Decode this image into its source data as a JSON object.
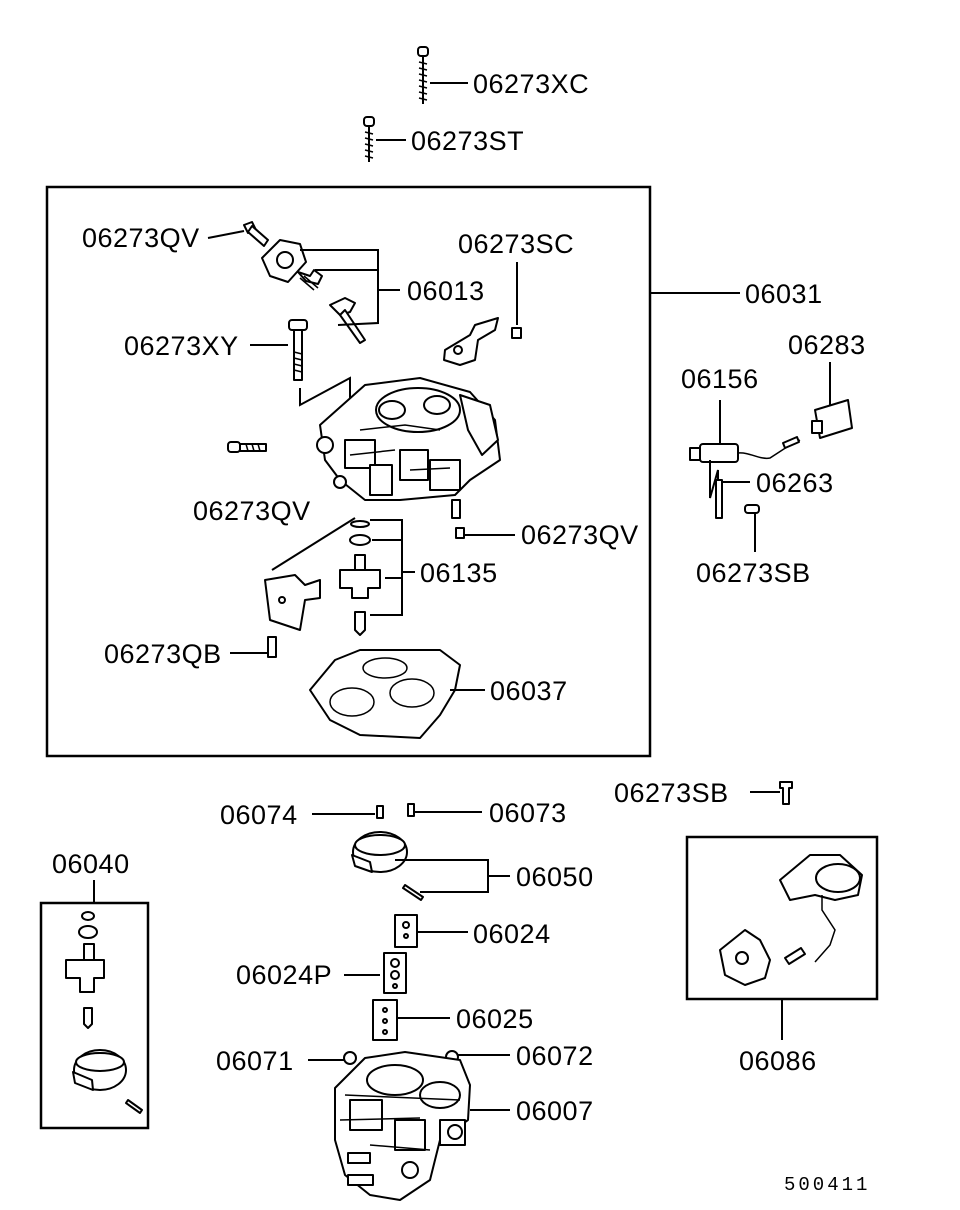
{
  "figure_id": "500411",
  "labels": {
    "l_06273XC": "06273XC",
    "l_06273ST": "06273ST",
    "l_06273QV_a": "06273QV",
    "l_06273SC": "06273SC",
    "l_06013": "06013",
    "l_06031": "06031",
    "l_06273XY": "06273XY",
    "l_06283": "06283",
    "l_06156": "06156",
    "l_06273QV_b": "06273QV",
    "l_06263": "06263",
    "l_06273QV_c": "06273QV",
    "l_06135": "06135",
    "l_06273SB_a": "06273SB",
    "l_06273QB": "06273QB",
    "l_06037": "06037",
    "l_06273SB_b": "06273SB",
    "l_06074": "06074",
    "l_06073": "06073",
    "l_06040": "06040",
    "l_06050": "06050",
    "l_06024": "06024",
    "l_06024P": "06024P",
    "l_06025": "06025",
    "l_06071": "06071",
    "l_06072": "06072",
    "l_06086": "06086",
    "l_06007": "06007"
  }
}
